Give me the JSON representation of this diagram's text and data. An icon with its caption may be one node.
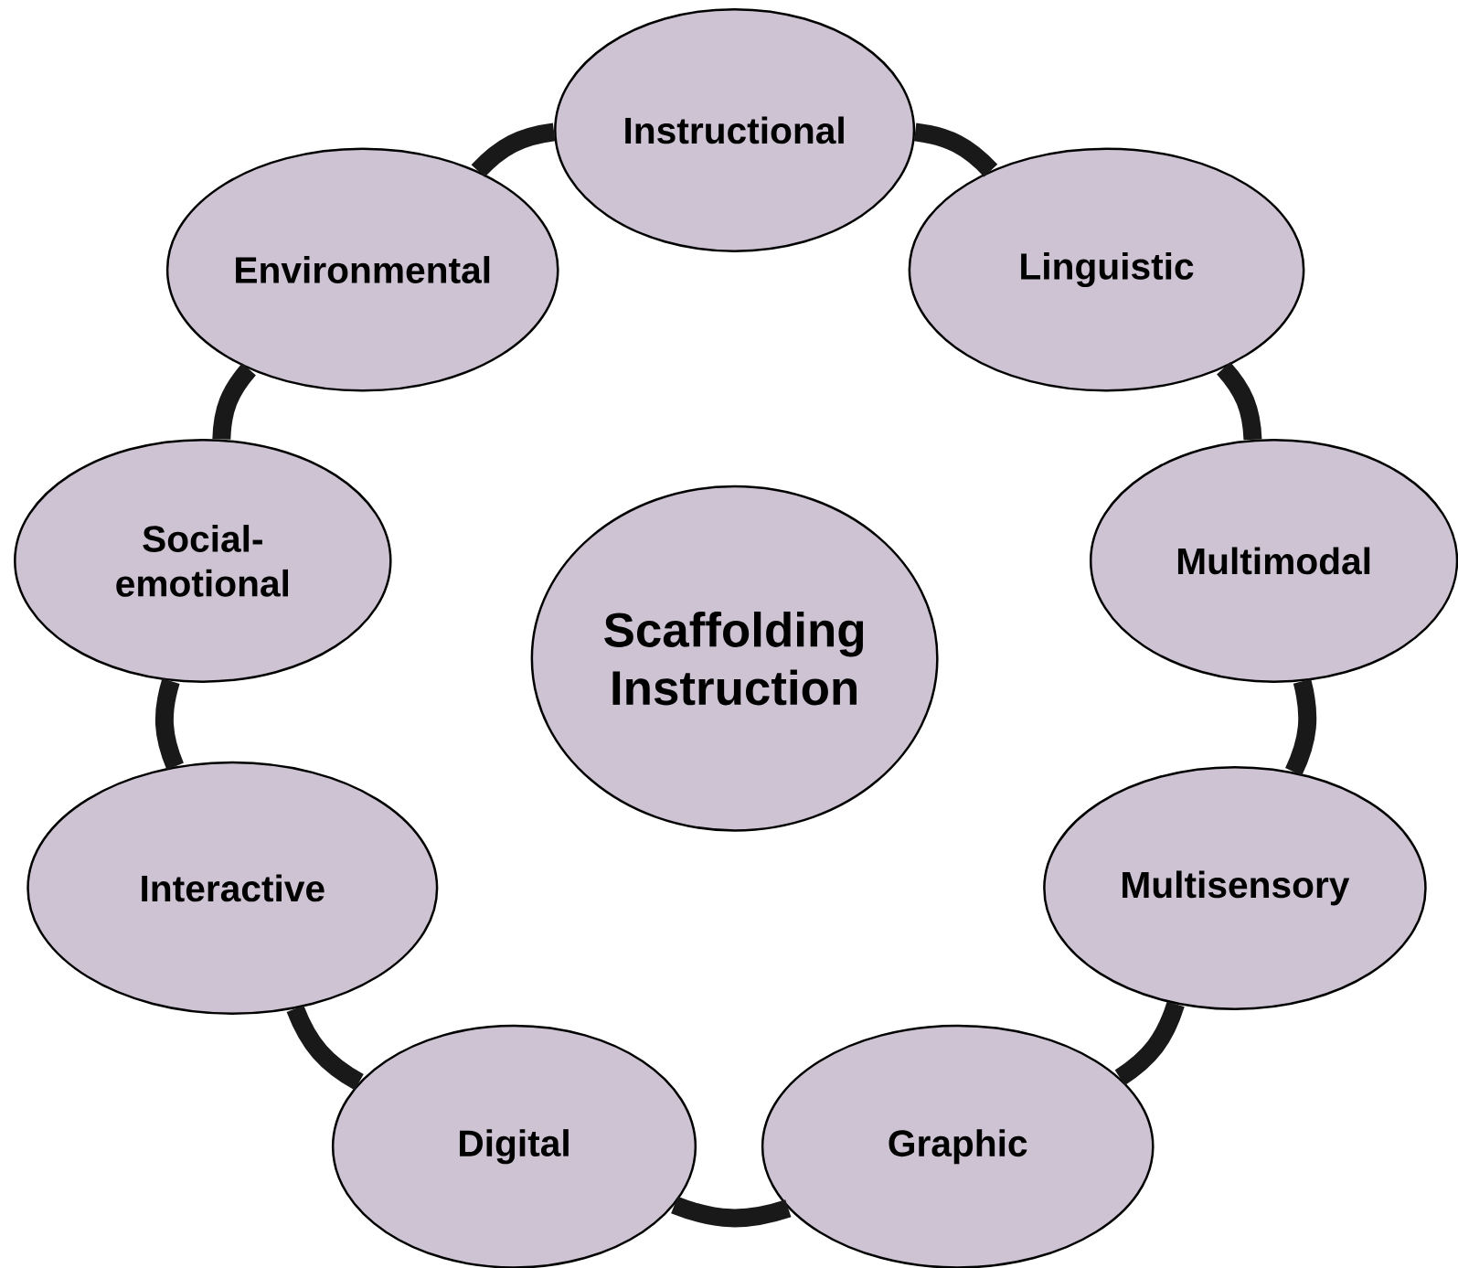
{
  "diagram": {
    "nodes": [
      {
        "text": [
          "Scaffolding Instruction"
        ]
      },
      {
        "text": [
          "Instructional"
        ]
      },
      {
        "text": [
          "Linguistic"
        ]
      },
      {
        "text": [
          "Multimodal"
        ]
      },
      {
        "text": [
          "Multisensory"
        ]
      },
      {
        "text": [
          "Graphic"
        ]
      },
      {
        "text": [
          "Digital"
        ]
      },
      {
        "text": [
          "Interactive"
        ]
      },
      {
        "text": [
          "Social-emotional"
        ]
      },
      {
        "text": [
          "Environmental"
        ]
      }
    ],
    "edges": [
      {
        "from": 1,
        "to": 2,
        "arrow": "none"
      },
      {
        "from": 2,
        "to": 3,
        "arrow": "none"
      },
      {
        "from": 3,
        "to": 4,
        "arrow": "none"
      },
      {
        "from": 4,
        "to": 5,
        "arrow": "none"
      },
      {
        "from": 5,
        "to": 6,
        "arrow": "none"
      },
      {
        "from": 6,
        "to": 7,
        "arrow": "none"
      },
      {
        "from": 7,
        "to": 8,
        "arrow": "none"
      },
      {
        "from": 8,
        "to": 9,
        "arrow": "none"
      },
      {
        "from": 9,
        "to": 1,
        "arrow": "none"
      }
    ]
  }
}
